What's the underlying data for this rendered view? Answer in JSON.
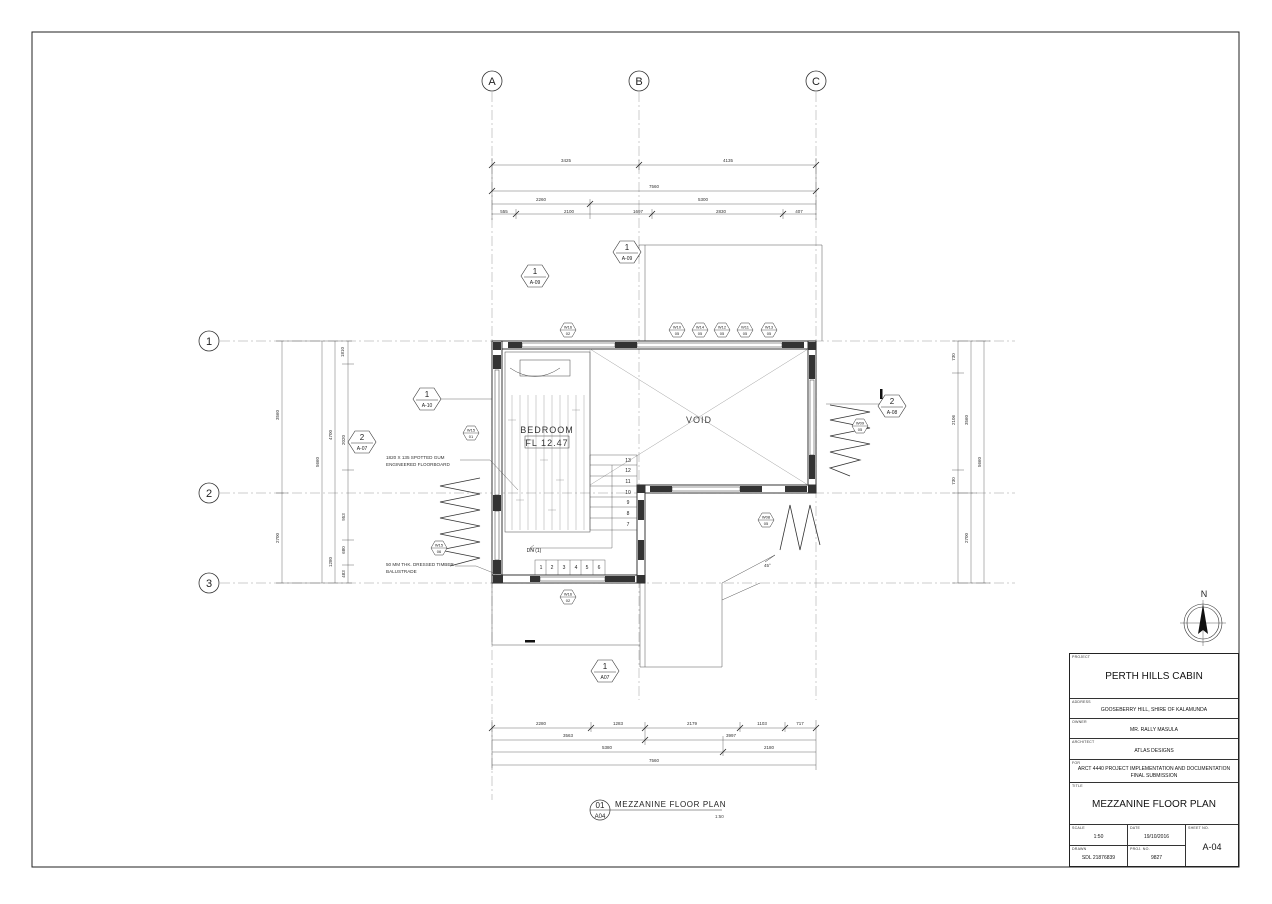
{
  "grid": {
    "columns": [
      "A",
      "B",
      "C"
    ],
    "rows": [
      "1",
      "2",
      "3"
    ]
  },
  "dimensions": {
    "top": {
      "row1": [
        "3425",
        "4135"
      ],
      "row2": [
        "7560"
      ],
      "row3": [
        "2260",
        "5300"
      ],
      "row4": [
        "555",
        "2100",
        "1697",
        "2830",
        "407"
      ]
    },
    "bottom": {
      "row1": [
        "2280",
        "1283",
        "2179",
        "1103",
        "717"
      ],
      "row2": [
        "3563",
        "3997"
      ],
      "row3": [
        "5380",
        "2180"
      ],
      "row4": [
        "7560"
      ]
    },
    "left": [
      "1810",
      "4700",
      "3560",
      "5660",
      "2020",
      "953",
      "1280",
      "680",
      "2700",
      "483"
    ],
    "right": [
      "730",
      "2106",
      "3560",
      "5660",
      "730",
      "2700"
    ]
  },
  "rooms": {
    "bedroom": "BEDROOM",
    "bedroom_level": "FL 12.47",
    "void": "VOID"
  },
  "stairs": {
    "upper_treads": [
      "13",
      "12",
      "11",
      "10",
      "9",
      "8",
      "7"
    ],
    "lower_treads": [
      "1",
      "2",
      "3",
      "4",
      "5",
      "6"
    ],
    "direction": "DN (1)"
  },
  "annotations": {
    "floorboard_1": "1820 X 135 SPOTTED GUM",
    "floorboard_2": "ENGINEERED FLOORBOARD",
    "balustrade_1": "50 MM THK. DRESSED TIMBER",
    "balustrade_2": "BALUSTRADE",
    "angle": "45°"
  },
  "window_tags": [
    {
      "top": "W16",
      "bottom": "02"
    },
    {
      "top": "W10",
      "bottom": "05"
    },
    {
      "top": "W14",
      "bottom": "05"
    },
    {
      "top": "W12",
      "bottom": "05"
    },
    {
      "top": "W11",
      "bottom": "05"
    },
    {
      "top": "W13",
      "bottom": "05"
    },
    {
      "top": "W15",
      "bottom": "01"
    },
    {
      "top": "W09",
      "bottom": "05"
    },
    {
      "top": "W08",
      "bottom": "05"
    },
    {
      "top": "W15",
      "bottom": "06"
    },
    {
      "top": "W16",
      "bottom": "02"
    }
  ],
  "section_markers": [
    {
      "num": "1",
      "ref": "A-09"
    },
    {
      "num": "1",
      "ref": "A-09"
    },
    {
      "num": "1",
      "ref": "A-10"
    },
    {
      "num": "2",
      "ref": "A-07"
    },
    {
      "num": "2",
      "ref": "A-08"
    },
    {
      "num": "1",
      "ref": "A07"
    }
  ],
  "drawing_title": {
    "num": "01",
    "sheet": "A04",
    "title": "MEZZANINE FLOOR PLAN",
    "scale": "1:50"
  },
  "north_label": "N",
  "title_block": {
    "project_label": "PROJECT",
    "project": "PERTH HILLS CABIN",
    "address_label": "ADDRESS",
    "address": "GOOSEBERRY HILL, SHIRE OF KALAMUNDA",
    "owner_label": "OWNER",
    "owner": "MR.  RALLY MASULA",
    "architect_label": "ARCHITECT",
    "architect": "ATLAS DESIGNS",
    "for_label": "FOR",
    "for_1": "ARCT 4440 PROJECT IMPLEMENTATION AND DOCUMENTATION",
    "for_2": "FINAL SUBMISSION",
    "title_label": "TITLE",
    "title": "MEZZANINE FLOOR PLAN",
    "scale_label": "SCALE",
    "scale": "1:50",
    "date_label": "DATE",
    "date": "19/10/2016",
    "sheet_label": "SHEET NO.",
    "sheet": "A-04",
    "drawn_label": "DRAWN",
    "drawn": "SDL 21876839",
    "proj_no_label": "PROJ. NO.",
    "proj_no": "9827"
  }
}
